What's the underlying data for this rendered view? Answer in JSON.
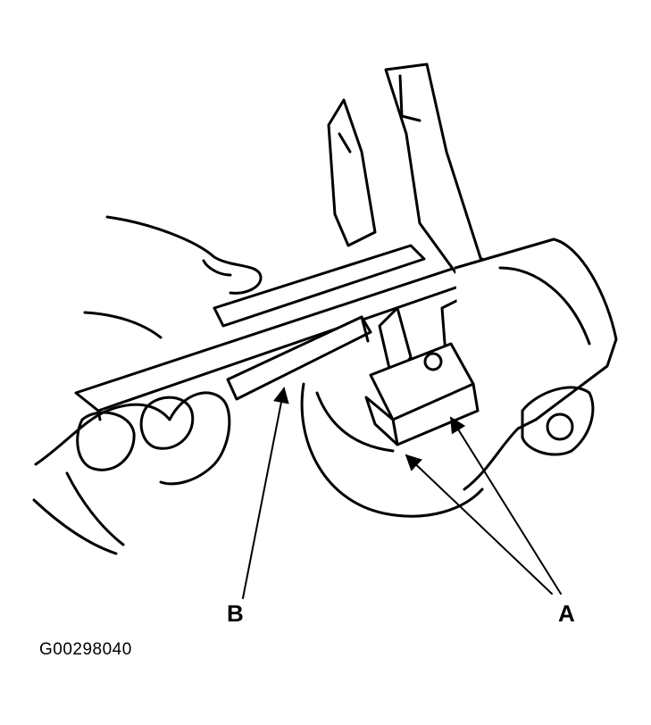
{
  "figure": {
    "callouts": {
      "a": "A",
      "b": "B"
    },
    "figure_id": "G00298040"
  },
  "colors": {
    "ink": "#000000",
    "background": "#ffffff"
  }
}
